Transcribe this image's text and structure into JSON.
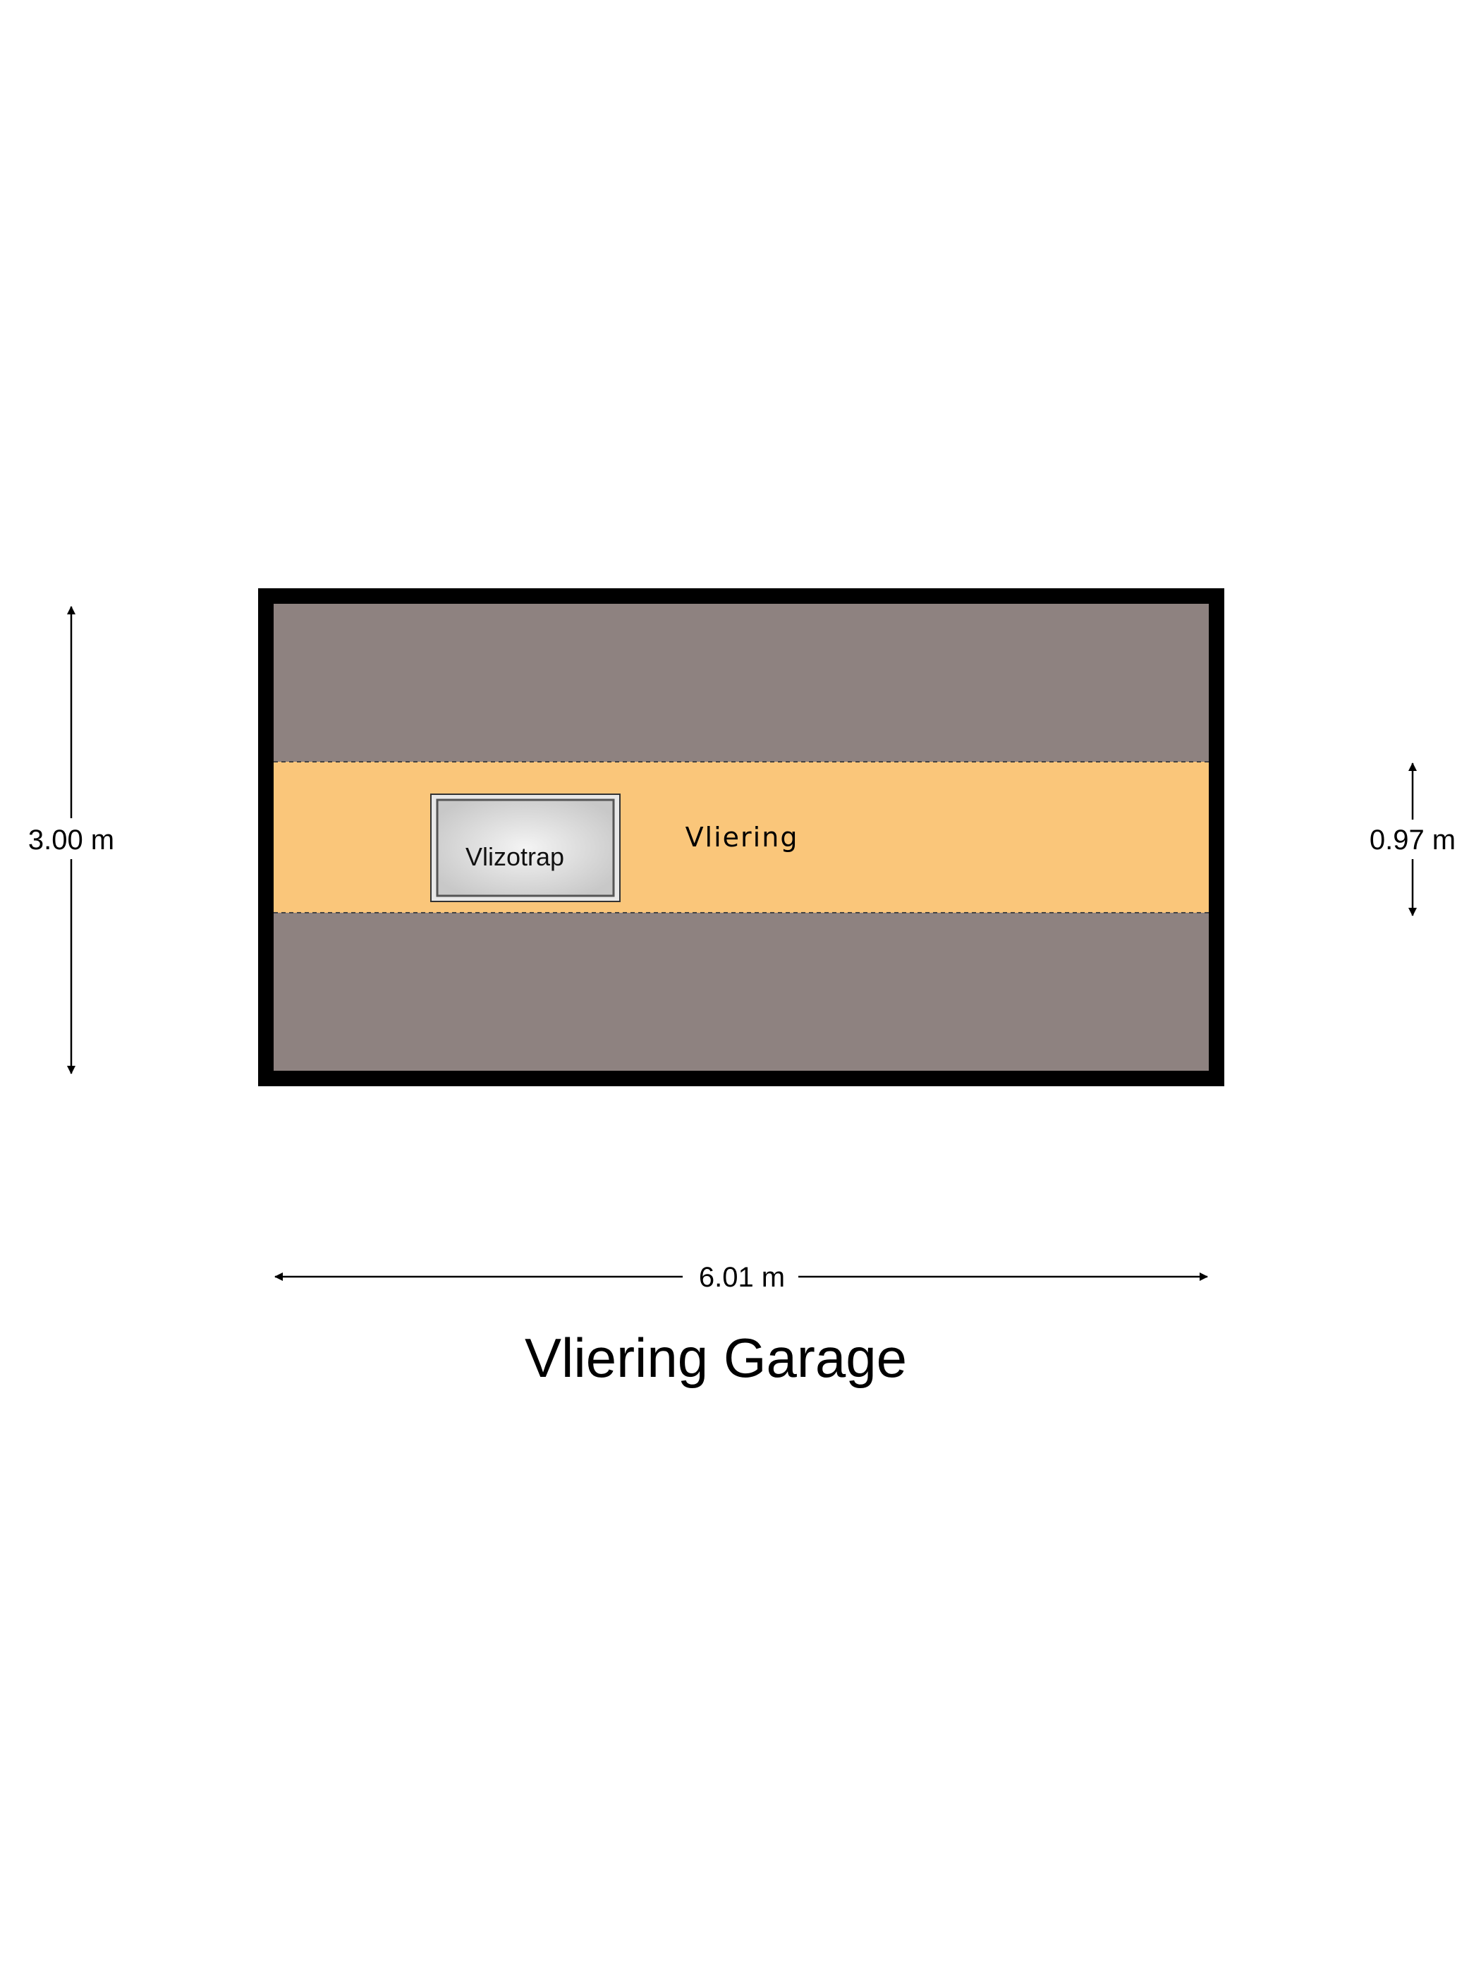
{
  "floor_plan": {
    "title": "Vliering Garage",
    "rooms": [
      {
        "label": "Vliering"
      }
    ],
    "fixtures": [
      {
        "label": "Vlizotrap"
      }
    ],
    "dimensions": {
      "width": "6.01 m",
      "depth": "3.00 m",
      "strip_height": "0.97 m"
    },
    "colors": {
      "wall": "#000000",
      "low_ceiling_zone": "#8e8280",
      "usable_zone": "#fac67a",
      "hatch_frame": "#555555",
      "hatch_fill": "#d6d6d6"
    }
  }
}
